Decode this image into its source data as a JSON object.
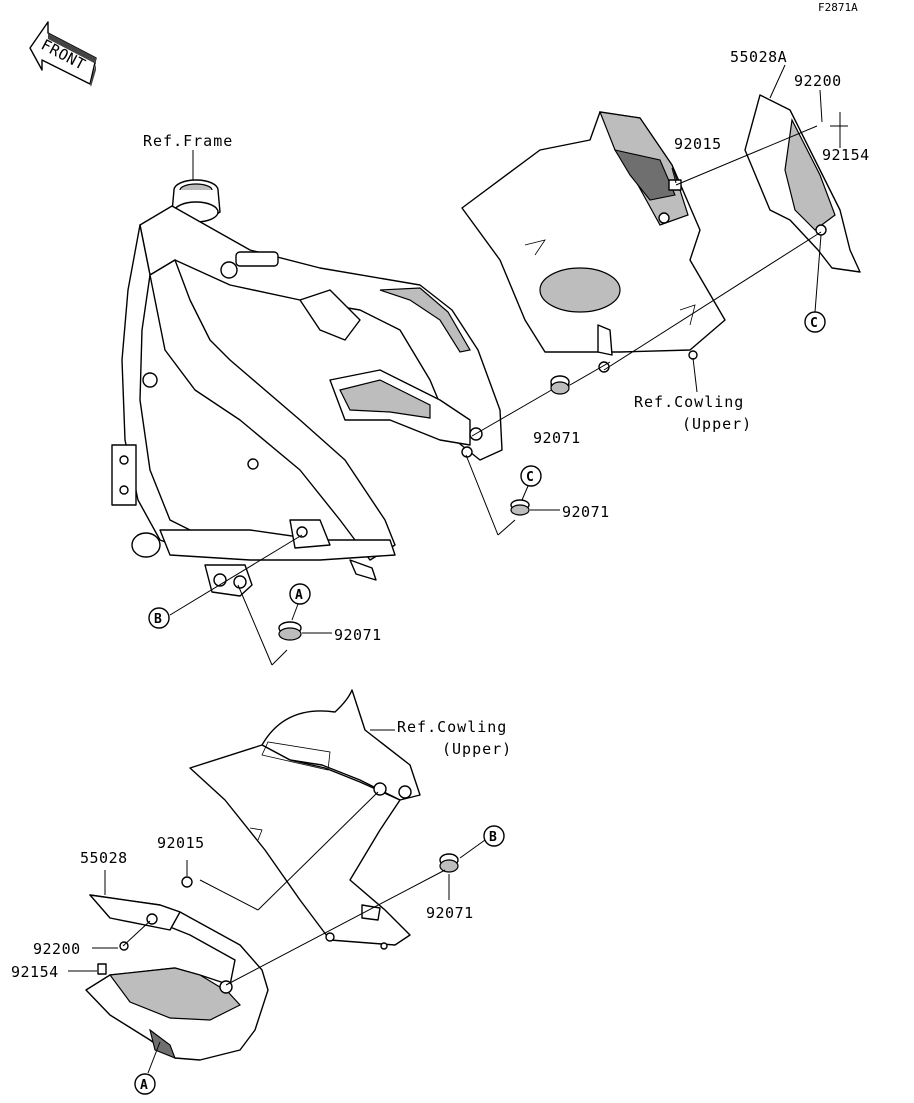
{
  "figure_code": "F2871A",
  "front_arrow": {
    "label": "FRONT"
  },
  "references": {
    "frame": "Ref.Frame",
    "cowling_upper_top_line1": "Ref.Cowling",
    "cowling_upper_top_line2": "(Upper)",
    "cowling_upper_bottom_line1": "Ref.Cowling",
    "cowling_upper_bottom_line2": "(Upper)"
  },
  "parts": {
    "p55028A": "55028A",
    "p92200_top": "92200",
    "p92154_top": "92154",
    "p92015_top": "92015",
    "p92071_mid": "92071",
    "p92071_c": "92071",
    "p92071_a": "92071",
    "p55028": "55028",
    "p92015_bottom": "92015",
    "p92200_bottom": "92200",
    "p92154_bottom": "92154",
    "p92071_b": "92071"
  },
  "callouts": {
    "c_top": "C",
    "c_mid": "C",
    "b_left": "B",
    "a_mid": "A",
    "b_bottom": "B",
    "a_bottom": "A"
  }
}
